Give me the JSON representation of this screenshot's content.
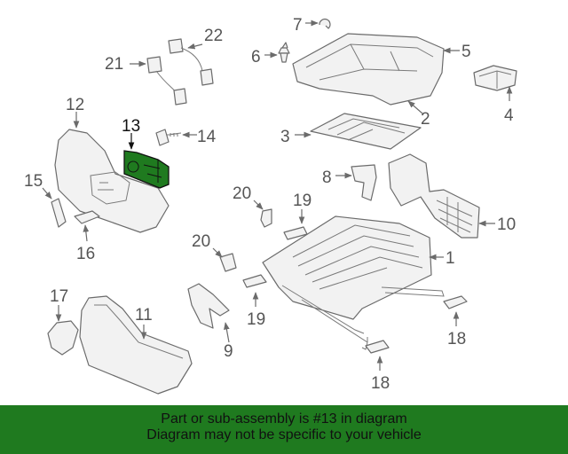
{
  "callouts": {
    "c1": "1",
    "c2": "2",
    "c3": "3",
    "c4": "4",
    "c5": "5",
    "c6": "6",
    "c7": "7",
    "c8": "8",
    "c9": "9",
    "c10": "10",
    "c11": "11",
    "c12": "12",
    "c13": "13",
    "c14": "14",
    "c15": "15",
    "c16": "16",
    "c17": "17",
    "c18a": "18",
    "c18b": "18",
    "c19a": "19",
    "c19b": "19",
    "c20a": "20",
    "c20b": "20",
    "c21": "21",
    "c22": "22"
  },
  "highlight": {
    "part_number": "13",
    "color": "#1f7a1f"
  },
  "banner": {
    "line1": "Part or sub-assembly is #13 in diagram",
    "line2": "Diagram may not be specific to your vehicle",
    "background": "#1f7a1f"
  }
}
